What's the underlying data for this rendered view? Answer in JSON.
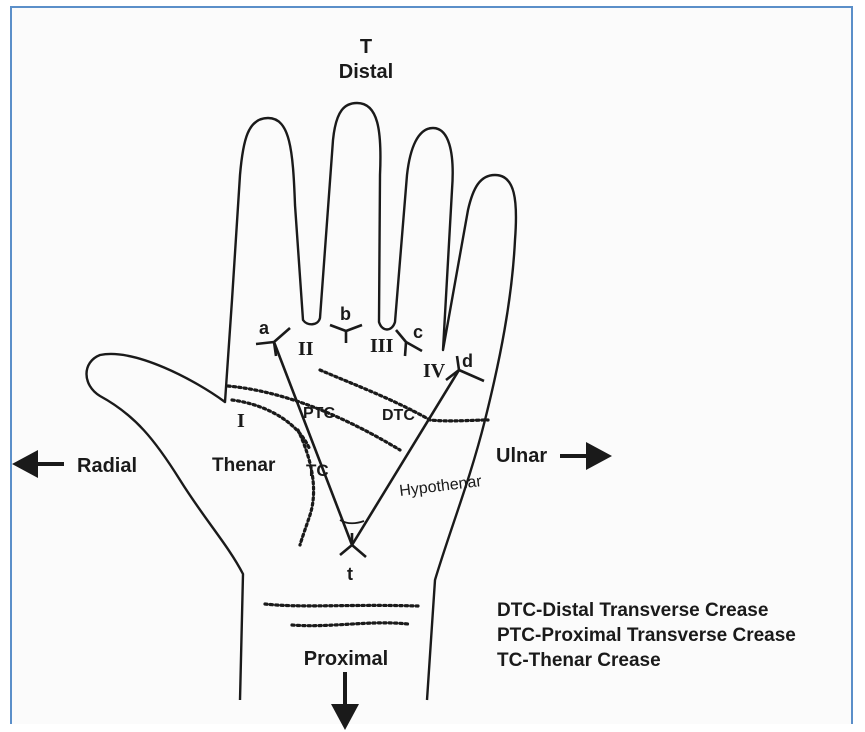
{
  "colors": {
    "frame": "#5b8fc9",
    "ink": "#1a1a1a"
  },
  "directions": {
    "top_letter": "T",
    "distal": "Distal",
    "proximal": "Proximal",
    "radial": "Radial",
    "ulnar": "Ulnar"
  },
  "triradii": {
    "a": "a",
    "b": "b",
    "c": "c",
    "d": "d",
    "t": "t"
  },
  "interdigital": {
    "I": "I",
    "II": "II",
    "III": "III",
    "IV": "IV"
  },
  "regions": {
    "thenar": "Thenar",
    "hypothenar": "Hypothenar"
  },
  "creases": {
    "ptc": "PTC",
    "dtc": "DTC",
    "tc": "TC"
  },
  "legend": [
    "DTC-Distal Transverse Crease",
    "PTC-Proximal Transverse Crease",
    "TC-Thenar Crease"
  ],
  "icons": [
    "arrow-left-icon",
    "arrow-right-icon",
    "arrow-down-icon"
  ]
}
